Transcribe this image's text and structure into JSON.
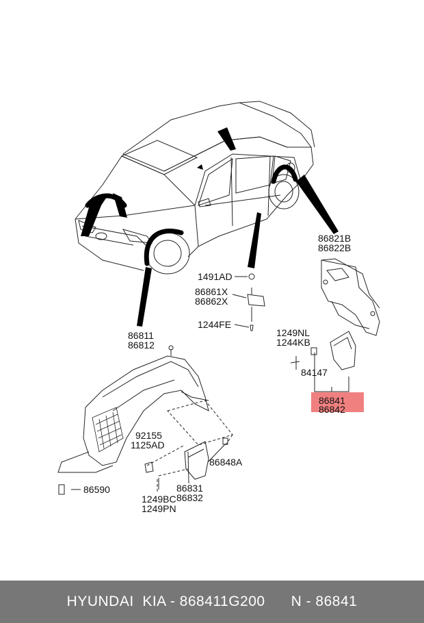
{
  "labels": {
    "p86821B": "86821B",
    "p86822B": "86822B",
    "p1491AD": "1491AD",
    "p86861X": "86861X",
    "p86862X": "86862X",
    "p1244FE": "1244FE",
    "p1249NL": "1249NL",
    "p1244KB": "1244KB",
    "p84147": "84147",
    "p86841": "86841",
    "p86842": "86842",
    "p86811": "86811",
    "p86812": "86812",
    "p92155": "92155",
    "p1125AD": "1125AD",
    "p86848A": "86848A",
    "p86831": "86831",
    "p86832": "86832",
    "p1249BC": "1249BC",
    "p1249PN": "1249PN",
    "p86590": "86590"
  },
  "footer": {
    "brand": "HYUNDAI  KIA - 868411G200",
    "ref": "N - 86841"
  },
  "colors": {
    "highlight": "#f08080",
    "footer_bg": "#777777",
    "footer_text": "#ffffff"
  }
}
